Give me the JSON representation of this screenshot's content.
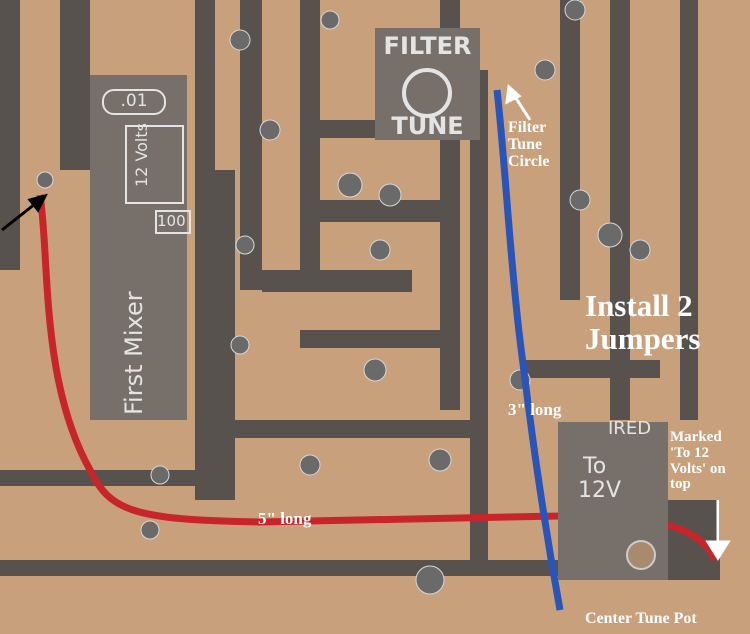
{
  "colors": {
    "copper": "#c8a07c",
    "trace_gap": "#57524d",
    "silkscreen": "#77706a",
    "red_wire": "#c8252a",
    "blue_wire": "#2a55b8",
    "annotation": "#ffffff"
  },
  "silkscreen_labels": {
    "filter_tune_top": "FILTER",
    "filter_tune_bottom": "TUNE",
    "first_mixer": "First Mixer",
    "cap_value": ".01",
    "voltage_box": "12 Volts",
    "resistor_value": "100",
    "to_label_line1": "To",
    "to_label_line2": "12V",
    "partial_label": "IRED"
  },
  "annotations": {
    "filter_tune_circle": [
      "Filter",
      "Tune",
      "Circle"
    ],
    "install": [
      "Install 2",
      "Jumpers"
    ],
    "blue_length": "3\" long",
    "red_length": "5\" long",
    "marked": [
      "Marked",
      "'To 12",
      "Volts' on",
      "top"
    ],
    "center_tune_pot": "Center Tune Pot"
  }
}
